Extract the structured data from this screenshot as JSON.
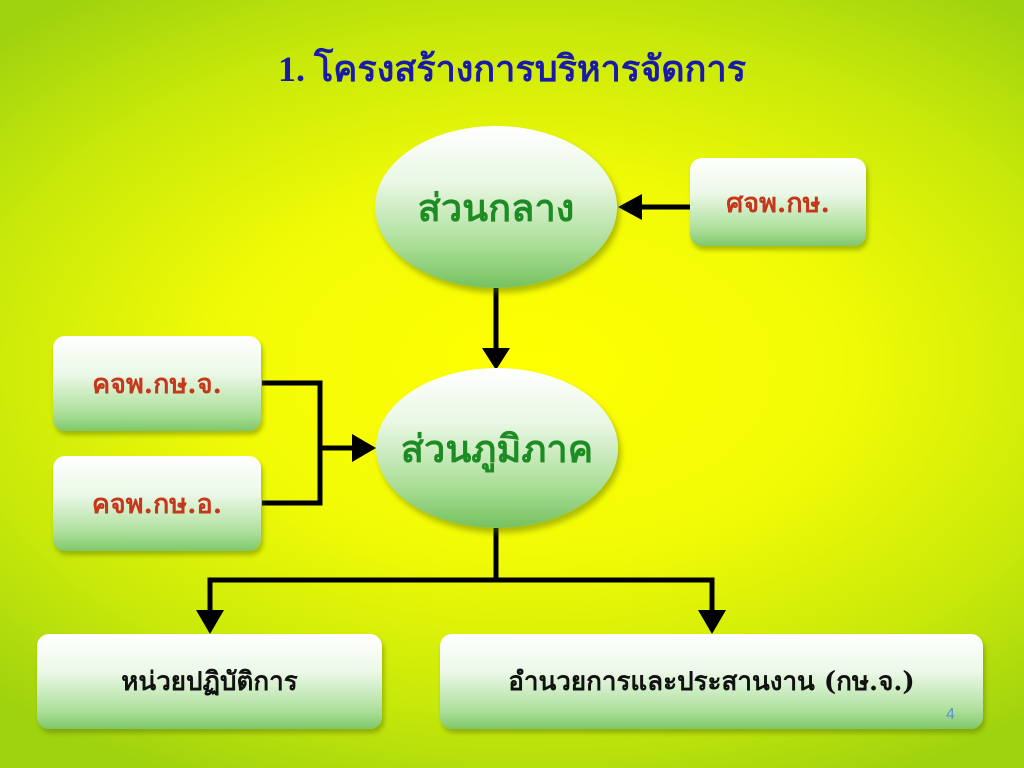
{
  "title": "1. โครงสร้างการบริหารจัดการ",
  "nodes": {
    "central": "ส่วนกลาง",
    "regional": "ส่วนภูมิภาค",
    "national_committee": "ศจพ.กษ.",
    "provincial_committee": "คจพ.กษ.จ.",
    "district_committee": "คจพ.กษ.อ.",
    "operating_unit": "หน่วยปฏิบัติการ",
    "coordination": "อำนวยการและประสานงาน (กษ.จ.)"
  },
  "page_number": "4"
}
